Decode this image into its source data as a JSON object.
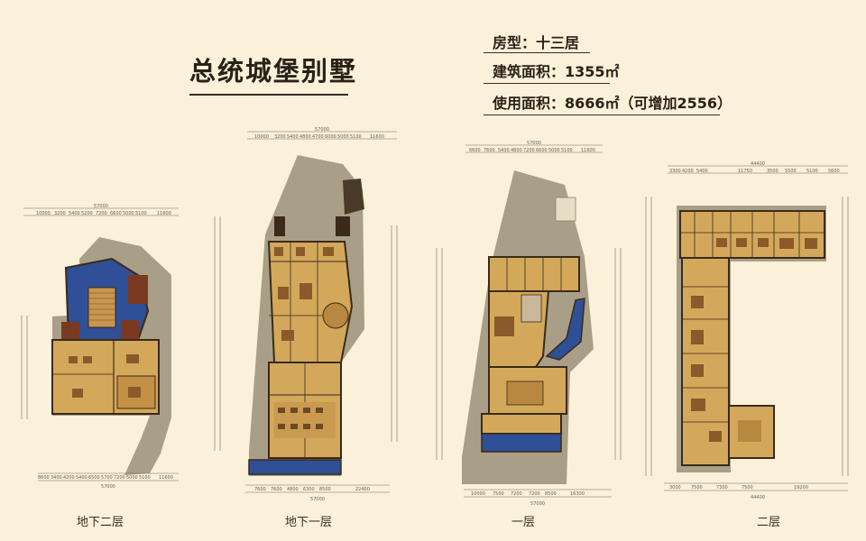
{
  "title": "总统城堡别墅",
  "specs": {
    "type": "房型：十三居",
    "build_area": "建筑面积：1355㎡",
    "use_area": "使用面积：8666㎡（可增加2556）"
  },
  "floors": [
    {
      "label": "地下二层",
      "top_dims": [
        "57000",
        "10000",
        "3200",
        "5400",
        "5200",
        "7200",
        "6600",
        "5000",
        "5100",
        "11600"
      ],
      "bottom_dims": [
        "57000",
        "8600",
        "3400",
        "4200",
        "5400",
        "6500",
        "5700",
        "7200",
        "5000",
        "5100",
        "11600"
      ]
    },
    {
      "label": "地下一层",
      "top_dims": [
        "57000",
        "10000",
        "3200",
        "5400",
        "4800",
        "4700",
        "6000",
        "5000",
        "5100",
        "11600"
      ],
      "bottom_dims": [
        "57000",
        "7600",
        "7600",
        "4800",
        "6300",
        "8500",
        "22400"
      ]
    },
    {
      "label": "一层",
      "top_dims": [
        "57000",
        "6600",
        "7600",
        "5400",
        "4800",
        "7200",
        "6600",
        "5000",
        "5100",
        "11600"
      ],
      "bottom_dims": [
        "57000",
        "10000",
        "7500",
        "7200",
        "7200",
        "8500",
        "16300"
      ]
    },
    {
      "label": "二层",
      "top_dims": [
        "44400",
        "3300",
        "4200",
        "5400",
        "11750",
        "3500",
        "5500",
        "5100",
        "5600"
      ],
      "bottom_dims": [
        "44400",
        "3000",
        "7500",
        "7300",
        "7500",
        "19200"
      ]
    }
  ],
  "colors": {
    "background": "#fbf0d9",
    "room": "#d3a85a",
    "wall": "#3b2a1a",
    "pool": "#2f4f96",
    "outdoor": "#a89f86"
  }
}
